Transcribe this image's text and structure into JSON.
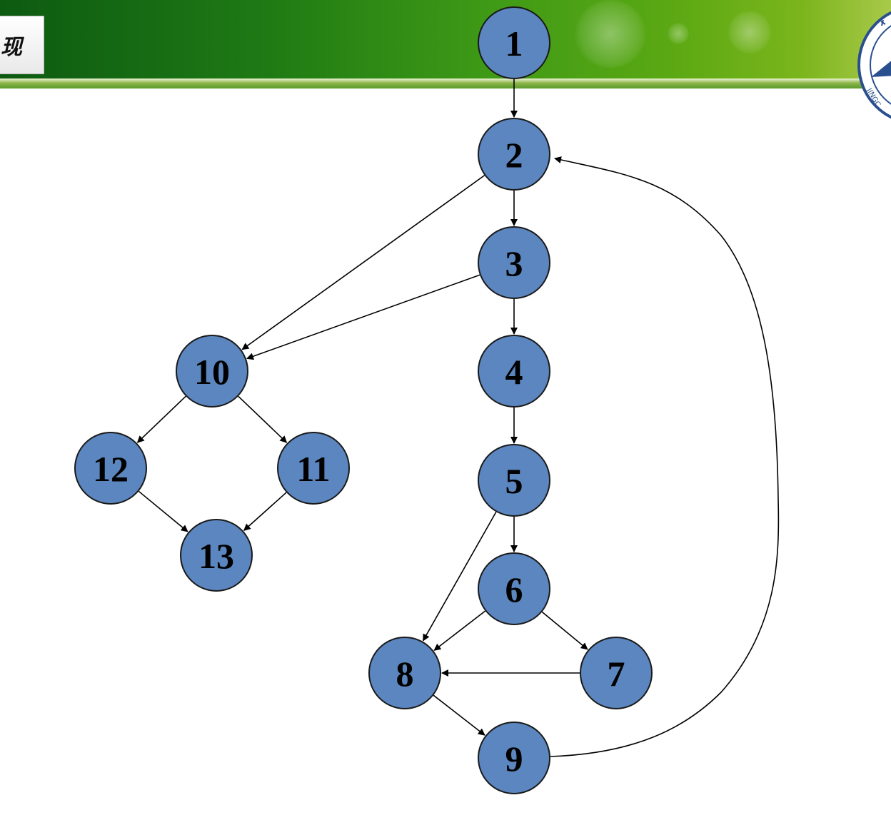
{
  "header": {
    "title_fragment": "现"
  },
  "logo": {
    "icon": "university-emblem",
    "text_fragment": "JINGC"
  },
  "colors": {
    "node_fill": "#5b86bf",
    "node_stroke": "#1a1a1a",
    "edge": "#000000",
    "banner_dark": "#0d5a12",
    "banner_light": "#7bb51c"
  },
  "graph": {
    "type": "directed-flow-graph",
    "nodes": [
      {
        "id": "1",
        "label": "1"
      },
      {
        "id": "2",
        "label": "2"
      },
      {
        "id": "3",
        "label": "3"
      },
      {
        "id": "4",
        "label": "4"
      },
      {
        "id": "5",
        "label": "5"
      },
      {
        "id": "6",
        "label": "6"
      },
      {
        "id": "7",
        "label": "7"
      },
      {
        "id": "8",
        "label": "8"
      },
      {
        "id": "9",
        "label": "9"
      },
      {
        "id": "10",
        "label": "10"
      },
      {
        "id": "11",
        "label": "11"
      },
      {
        "id": "12",
        "label": "12"
      },
      {
        "id": "13",
        "label": "13"
      }
    ],
    "edges": [
      {
        "from": "1",
        "to": "2"
      },
      {
        "from": "2",
        "to": "3"
      },
      {
        "from": "2",
        "to": "10"
      },
      {
        "from": "3",
        "to": "4"
      },
      {
        "from": "3",
        "to": "10"
      },
      {
        "from": "4",
        "to": "5"
      },
      {
        "from": "5",
        "to": "6"
      },
      {
        "from": "5",
        "to": "8"
      },
      {
        "from": "6",
        "to": "7"
      },
      {
        "from": "6",
        "to": "8"
      },
      {
        "from": "7",
        "to": "8"
      },
      {
        "from": "8",
        "to": "9"
      },
      {
        "from": "9",
        "to": "2"
      },
      {
        "from": "10",
        "to": "11"
      },
      {
        "from": "10",
        "to": "12"
      },
      {
        "from": "11",
        "to": "13"
      },
      {
        "from": "12",
        "to": "13"
      }
    ]
  }
}
